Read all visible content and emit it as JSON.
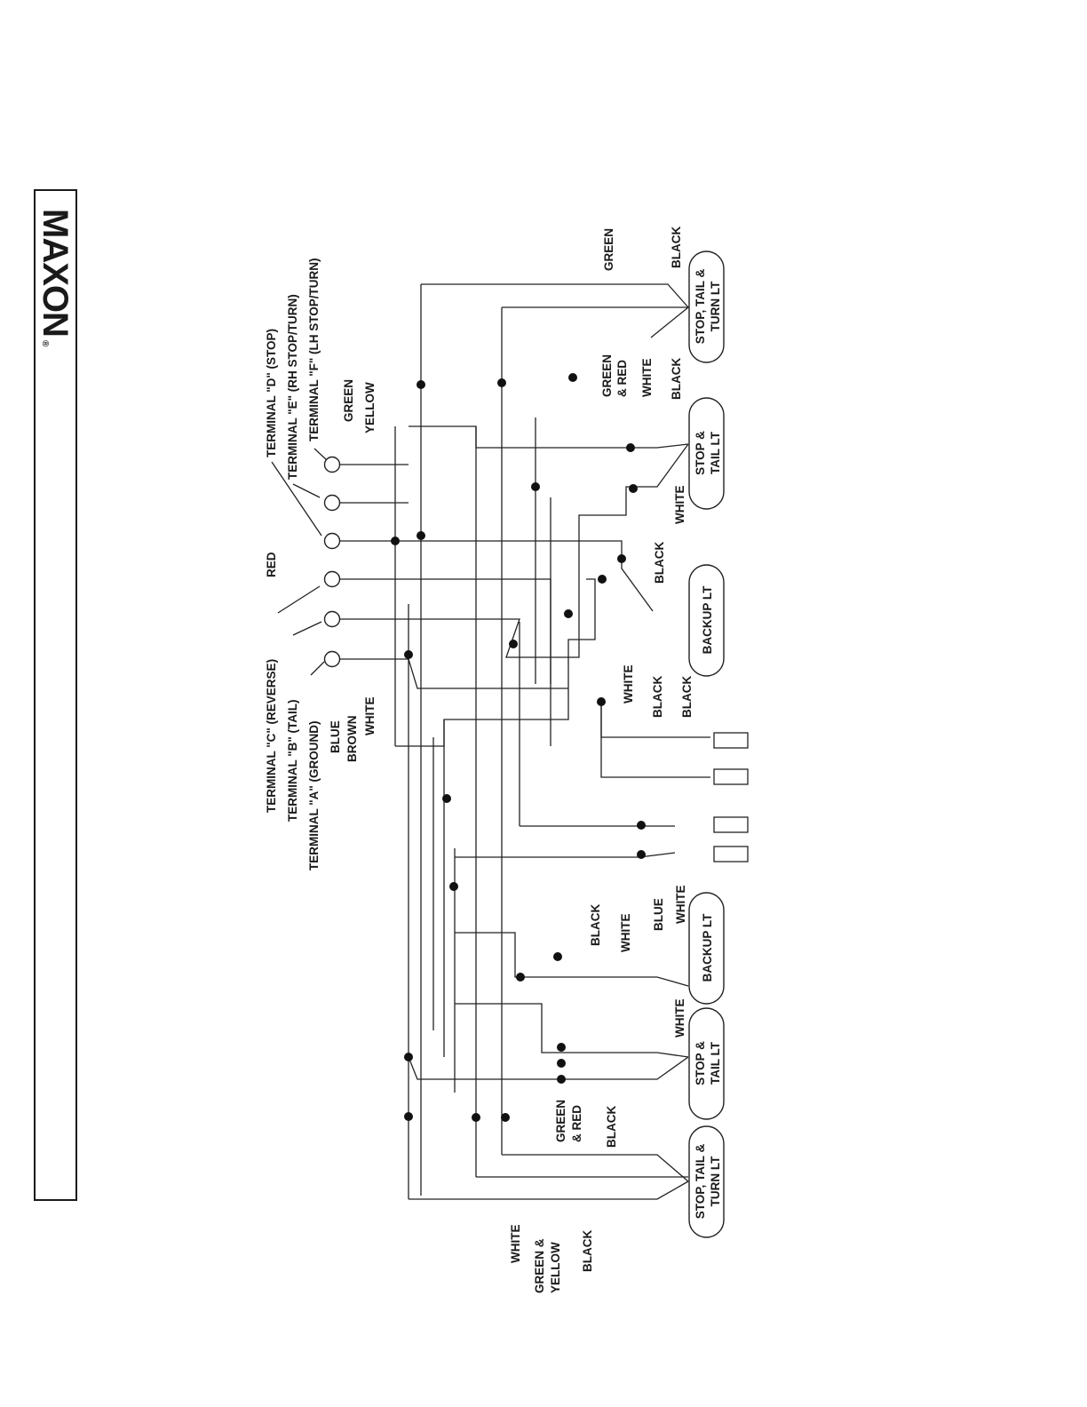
{
  "brand": {
    "logo_text": "MAXON",
    "registered_mark": "®"
  },
  "terminals": {
    "d": "TERMINAL \"D\" (STOP)",
    "e": "TERMINAL \"E\" (RH STOP/TURN)",
    "f": "TERMINAL \"F\" (LH STOP/TURN)",
    "c": "TERMINAL \"C\" (REVERSE)",
    "b": "TERMINAL \"B\" (TAIL)",
    "a": "TERMINAL \"A\" (GROUND)"
  },
  "wire_colors": {
    "red": "RED",
    "green": "GREEN",
    "yellow": "YELLOW",
    "blue": "BLUE",
    "brown": "BROWN",
    "white": "WHITE",
    "black": "BLACK",
    "green_red_line1": "GREEN",
    "green_red_line2": "& RED",
    "green_yellow_line1": "GREEN &",
    "green_yellow_line2": "YELLOW"
  },
  "lamps": {
    "stop_tail_turn_line1": "STOP, TAIL &",
    "stop_tail_turn_line2": "TURN LT",
    "stop_tail_line1": "STOP &",
    "stop_tail_line2": "TAIL LT",
    "backup": "BACKUP LT"
  }
}
